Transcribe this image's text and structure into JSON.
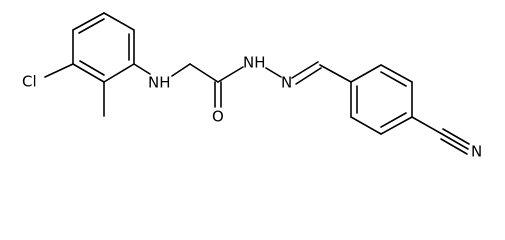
{
  "molecule": {
    "atoms": {
      "chlorine": "Cl",
      "amine_nh": "NH",
      "oxygen": "O",
      "hydrazide_nh": "NH",
      "imine_n": "N",
      "nitrile_n": "N"
    },
    "colors": {
      "bond": "#000000",
      "label": "#000000",
      "background": "#ffffff"
    }
  }
}
